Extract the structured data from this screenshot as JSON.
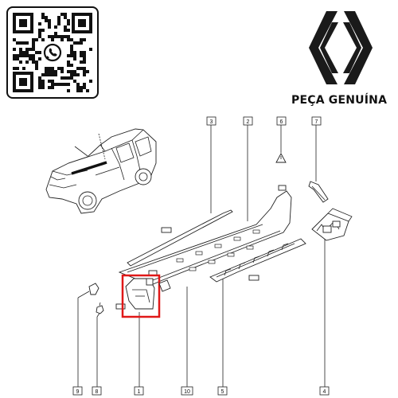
{
  "brand": {
    "text": "PEÇA GENUÍNA",
    "logo": "renault-diamond-logo",
    "color": "#1a1a1a"
  },
  "qr": {
    "icon": "whatsapp-icon"
  },
  "diagram": {
    "callouts": [
      {
        "id": "c1",
        "label": "1"
      },
      {
        "id": "c2",
        "label": "2"
      },
      {
        "id": "c3",
        "label": "3"
      },
      {
        "id": "c4",
        "label": "4"
      },
      {
        "id": "c6",
        "label": "6"
      },
      {
        "id": "c7",
        "label": "7"
      },
      {
        "id": "c8",
        "label": "8"
      },
      {
        "id": "c9",
        "label": "9"
      },
      {
        "id": "c10",
        "label": "10"
      },
      {
        "id": "c5",
        "label": "5"
      }
    ],
    "highlight_color": "#e01818"
  }
}
